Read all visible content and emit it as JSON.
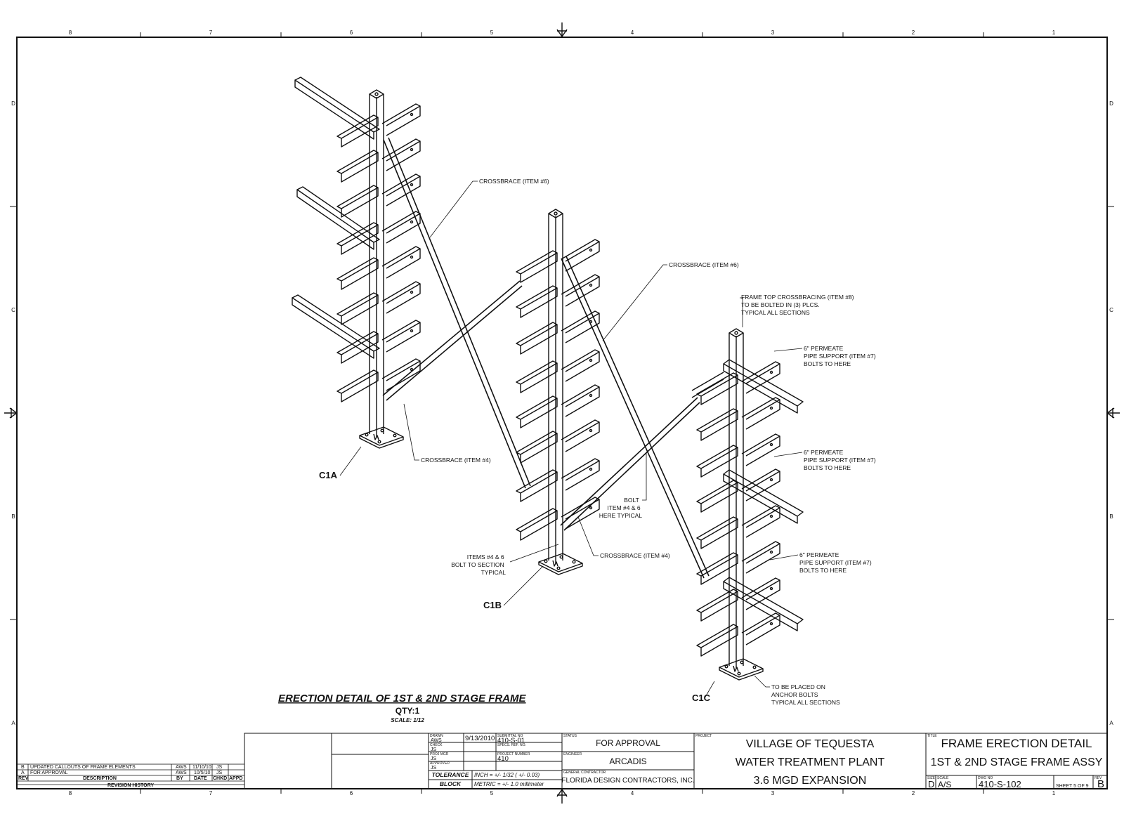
{
  "drawing": {
    "title": "ERECTION DETAIL OF 1ST & 2ND STAGE FRAME",
    "qty": "QTY:1",
    "scale": "SCALE: 1/12"
  },
  "grid": {
    "columns": [
      "8",
      "7",
      "6",
      "5",
      "4",
      "3",
      "2",
      "1"
    ],
    "rows": [
      "D",
      "C",
      "B",
      "A"
    ]
  },
  "columns": [
    {
      "tag": "C1A"
    },
    {
      "tag": "C1B"
    },
    {
      "tag": "C1C"
    }
  ],
  "callouts": {
    "crossbrace6_a": "CROSSBRACE (ITEM #6)",
    "crossbrace6_b": "CROSSBRACE (ITEM #6)",
    "crossbrace4_a": "CROSSBRACE (ITEM #4)",
    "crossbrace4_b": "CROSSBRACE (ITEM #4)",
    "frame_top": [
      "FRAME TOP CROSSBRACING (ITEM #8)",
      "TO BE BOLTED IN (3) PLCS.",
      "TYPICAL ALL SECTIONS"
    ],
    "pipe_support_1": [
      "6\" PERMEATE",
      "PIPE SUPPORT (ITEM #7)",
      "BOLTS TO HERE"
    ],
    "pipe_support_2": [
      "6\" PERMEATE",
      "PIPE SUPPORT (ITEM #7)",
      "BOLTS TO HERE"
    ],
    "pipe_support_3": [
      "6\" PERMEATE",
      "PIPE SUPPORT (ITEM #7)",
      "BOLTS TO HERE"
    ],
    "bolt": [
      "BOLT",
      "ITEM #4 & 6",
      "HERE TYPICAL"
    ],
    "items_bolt": [
      "ITEMS #4 & 6",
      "BOLT TO SECTION",
      "TYPICAL"
    ],
    "anchor": [
      "TO BE PLACED ON",
      "ANCHOR BOLTS",
      "TYPICAL ALL SECTIONS"
    ]
  },
  "revisions": {
    "rows": [
      {
        "rev": "B",
        "description": "UPDATED CALLOUTS OF FRAME ELEMENTS",
        "by": "AWS",
        "date": "11/10/10",
        "chkd": "JS",
        "appd": ""
      },
      {
        "rev": "A",
        "description": "FOR APPROVAL",
        "by": "AWS",
        "date": "10/5/10",
        "chkd": "JS",
        "appd": ""
      }
    ],
    "headers": {
      "rev": "REV",
      "description": "DESCRIPTION",
      "by": "BY",
      "date": "DATE",
      "chkd": "CHKD",
      "appd": "APPD"
    },
    "caption": "REVISION HISTORY"
  },
  "titleblock": {
    "drawn_label": "DRAWN",
    "drawn": "AWS",
    "date": "9/13/2010",
    "submittal_label": "SUBMITTAL NO",
    "submittal": "410-S-01",
    "check_label": "CHECK",
    "check": "JS",
    "specs_label": "SPECS. REF. NO.",
    "proj_mgr_label": "PROJ MGR",
    "proj_mgr": "JS",
    "project_number_label": "PROJECT NUMBER",
    "project_number": "410",
    "approved_label": "APPROVED",
    "approved": "JS",
    "tolerance_label": [
      "TOLERANCE",
      "BLOCK"
    ],
    "tolerance_inch": "INCH = +/- 1/32 ( +/- 0.03)",
    "tolerance_metric": "METRIC = +/- 1.0 millimeter",
    "status_label": "STATUS",
    "status": "FOR APPROVAL",
    "engineer_label": "ENGINEER",
    "engineer": "ARCADIS",
    "gc_label": "GENERAL CONTRACTOR",
    "gc": "FLORIDA DESIGN CONTRACTORS, INC.",
    "project_label": "PROJECT",
    "project": [
      "VILLAGE OF TEQUESTA",
      "WATER TREATMENT PLANT",
      "3.6 MGD EXPANSION"
    ],
    "title_label": "TITLE",
    "title": [
      "FRAME ERECTION DETAIL",
      "1ST & 2ND STAGE FRAME ASSY"
    ],
    "size_label": "SIZE",
    "size": "D",
    "scale_label": "SCALE",
    "scale": "A/S",
    "dwg_label": "DWG NO",
    "dwg": "410-S-102",
    "sheet": "SHEET 5 OF 9",
    "rev_label": "REV",
    "rev": "B"
  }
}
